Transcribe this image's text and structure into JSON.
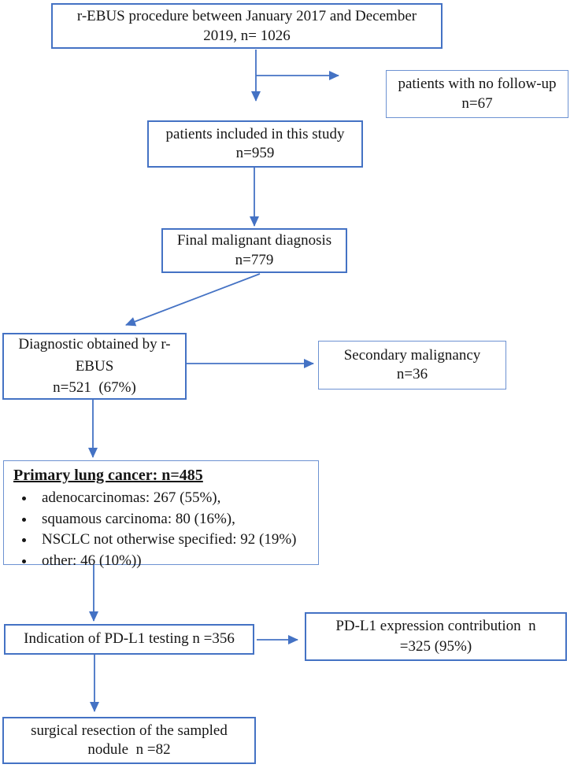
{
  "colors": {
    "box_border": "#4472C4",
    "border_light": "#6d92d2",
    "arrow": "#4472C4",
    "text": "#161616",
    "background": "#ffffff"
  },
  "boxes": {
    "rebus_procedure": {
      "lines": [
        "r-EBUS procedure between January 2017 and December",
        "2019, n= 1026"
      ]
    },
    "no_followup": {
      "lines": [
        "patients with no follow-up",
        "n=67"
      ]
    },
    "included": {
      "lines": [
        "patients included in this study",
        "n=959"
      ]
    },
    "final_diagnosis": {
      "lines": [
        "Final malignant diagnosis",
        "n=779"
      ]
    },
    "diagnostic_rebus": {
      "lines": [
        "Diagnostic obtained by r-",
        "EBUS",
        "n=521  (67%)"
      ]
    },
    "secondary_malignancy": {
      "lines": [
        "Secondary malignancy",
        "n=36"
      ]
    },
    "primary_lung_cancer": {
      "title": "Primary lung cancer: n=485",
      "bullets": [
        "adenocarcinomas: 267 (55%),",
        "squamous carcinoma: 80 (16%),",
        "NSCLC not otherwise specified: 92 (19%)",
        "other: 46 (10%))"
      ]
    },
    "indication": {
      "lines": [
        "Indication of PD-L1 testing n =356"
      ]
    },
    "pdl1_expression": {
      "lines": [
        "PD-L1 expression contribution  n",
        "=325 (95%)"
      ]
    },
    "surgical_resection": {
      "lines": [
        "surgical resection of the sampled",
        "nodule  n =82"
      ]
    }
  }
}
